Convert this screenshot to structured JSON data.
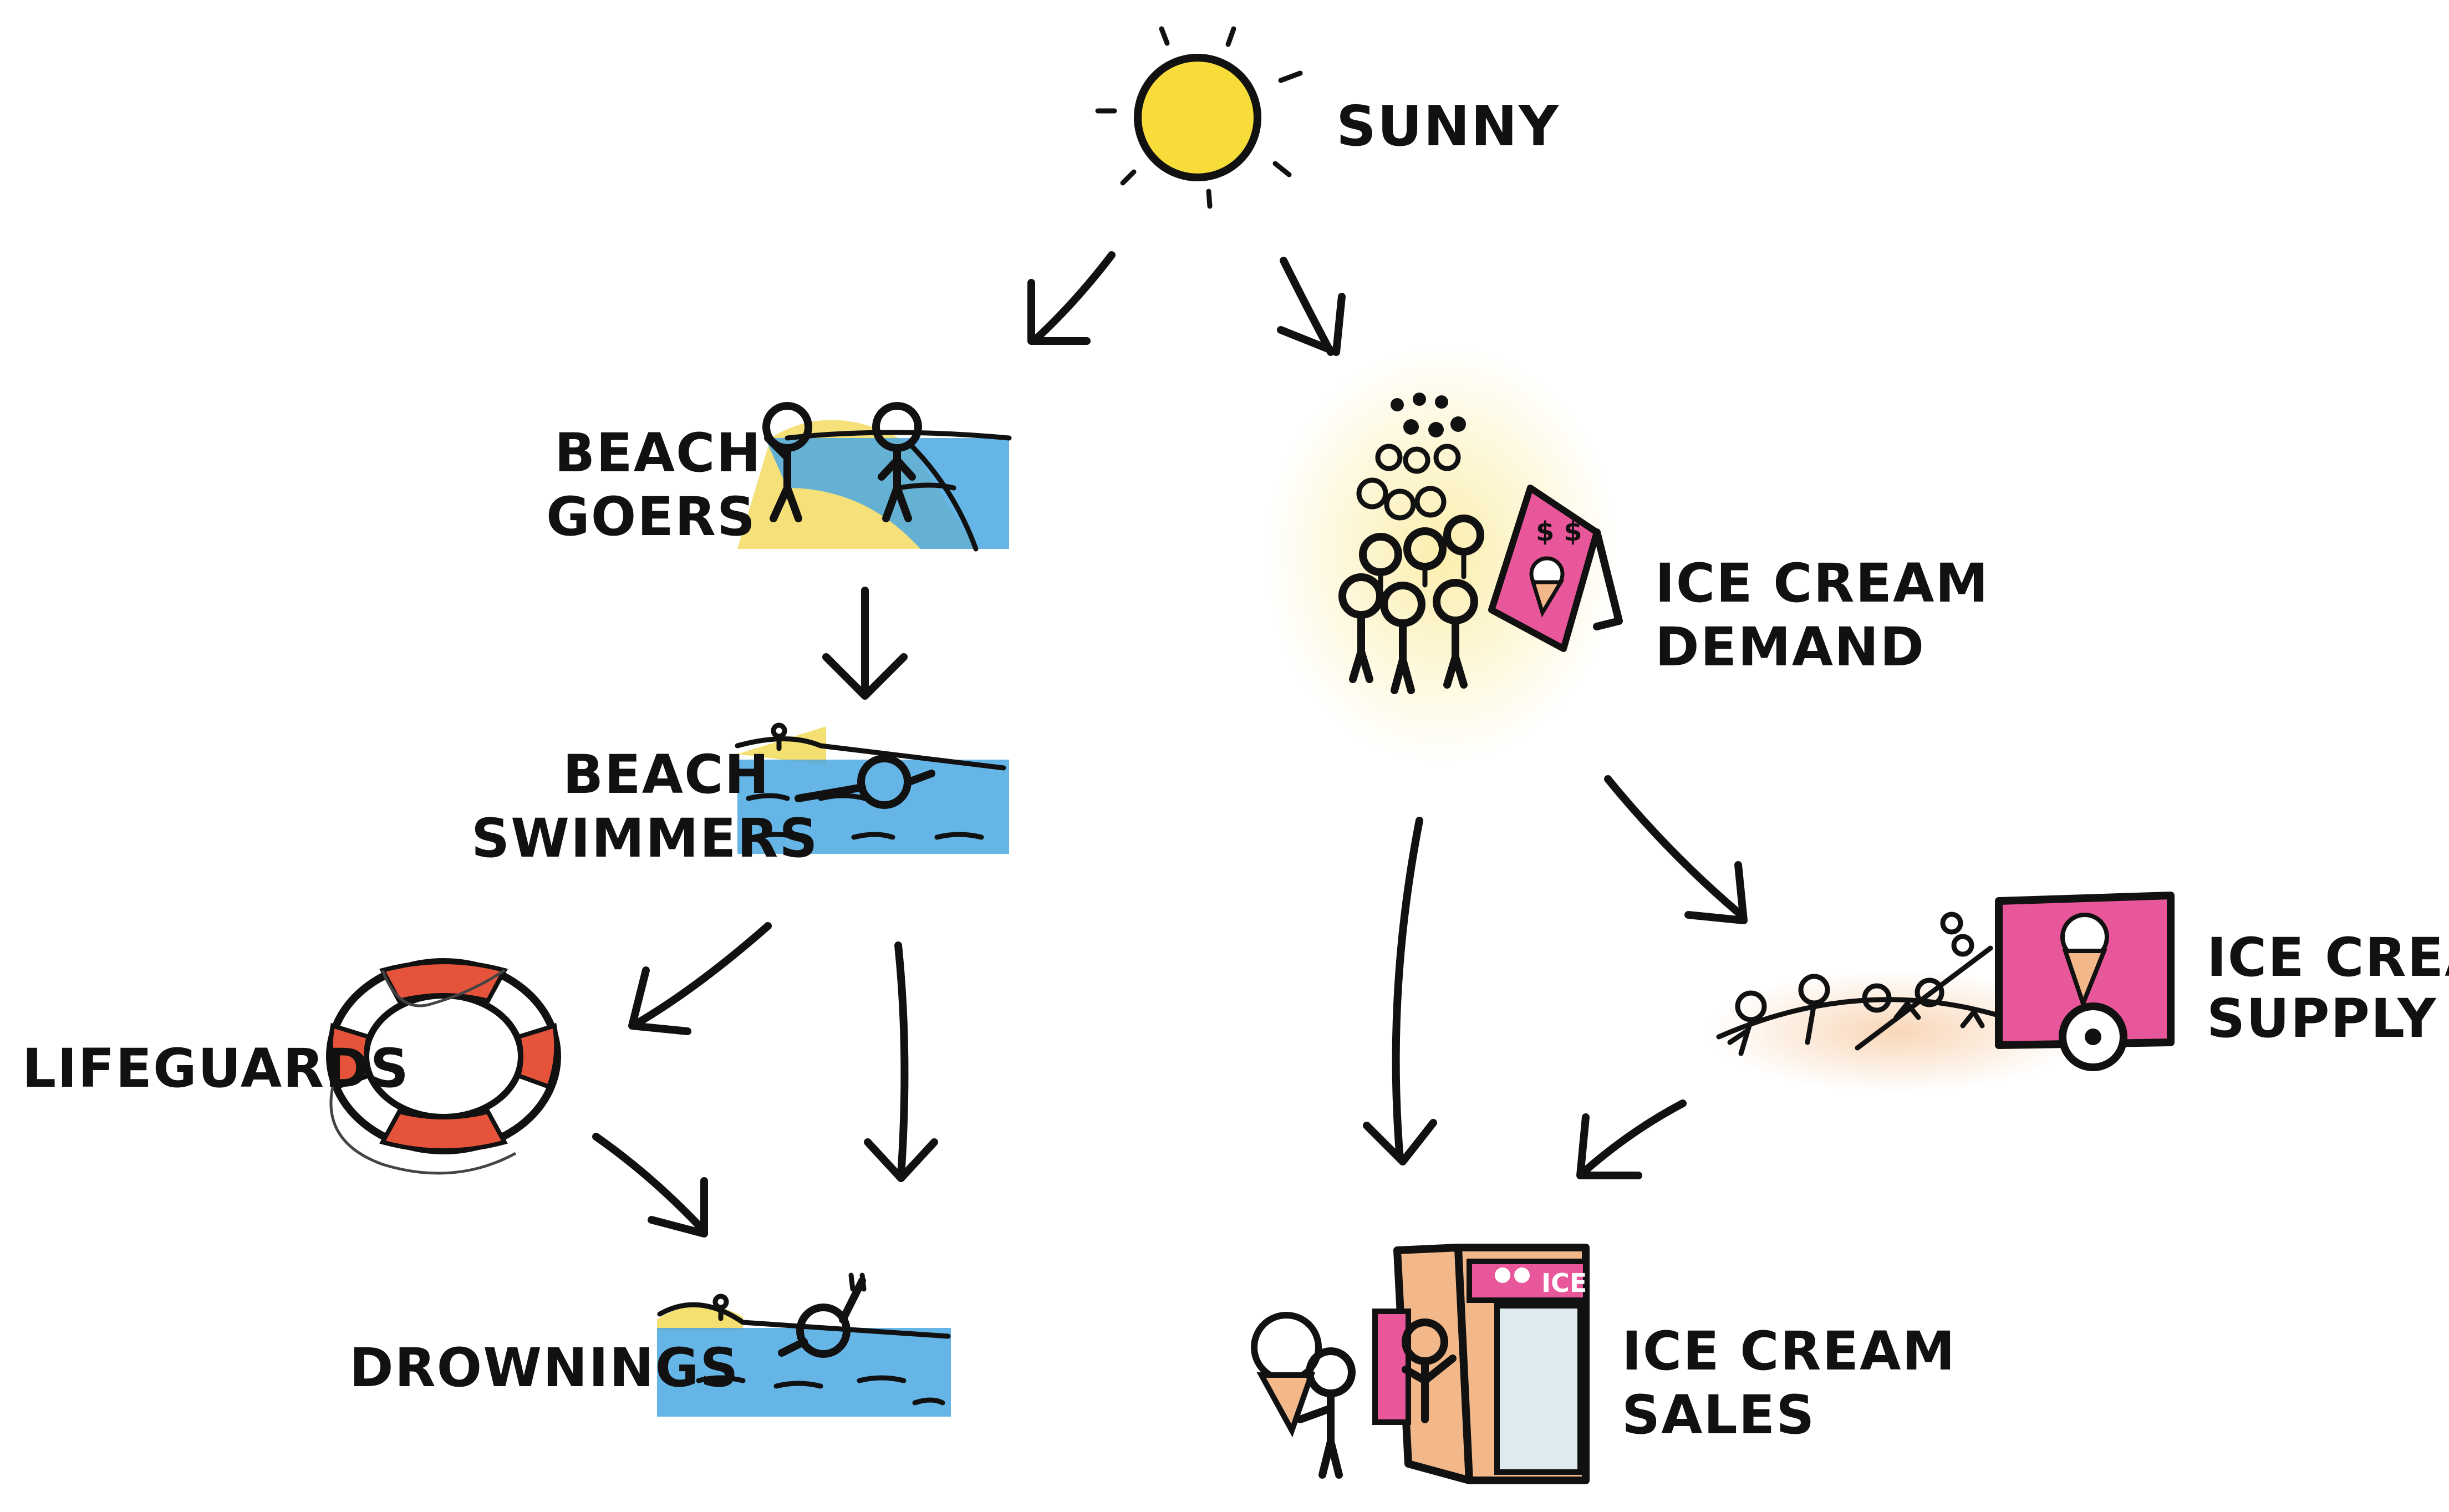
{
  "nodes": {
    "sunny": {
      "label_1": "SUNNY"
    },
    "beach_goers": {
      "label_1": "BEACH",
      "label_2": "GOERS"
    },
    "beach_swimmers": {
      "label_1": "BEACH",
      "label_2": "SWIMMERS"
    },
    "lifeguards": {
      "label_1": "LIFEGUARDS"
    },
    "drownings": {
      "label_1": "DROWNINGS"
    },
    "ice_cream_demand": {
      "label_1": "ICE CREAM",
      "label_2": "DEMAND",
      "sign_text": "$ $"
    },
    "ice_cream_supply": {
      "label_1": "ICE CREAM",
      "label_2": "SUPPLY"
    },
    "ice_cream_sales": {
      "label_1": "ICE CREAM",
      "label_2": "SALES",
      "shop_sign": "ICE"
    }
  },
  "colors": {
    "sun": "#F7DC3A",
    "water": "#4BA8E3",
    "sand": "#F3DB62",
    "pink": "#E8579A",
    "lifebuoy_red": "#E5533A",
    "shop_wall": "#F3B889",
    "glow": "#F8E16A"
  }
}
